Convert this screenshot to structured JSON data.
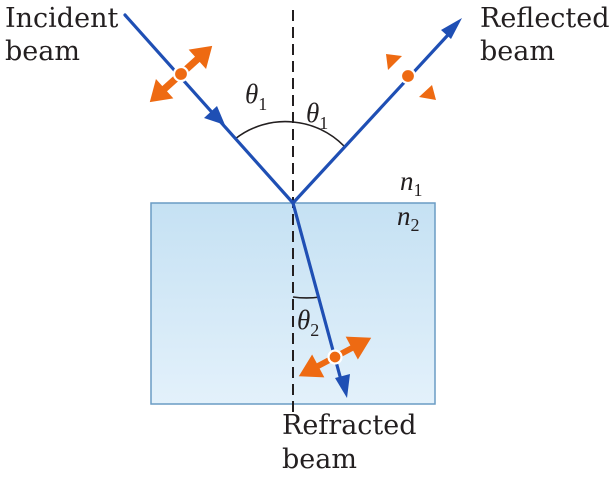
{
  "labels": {
    "incident": [
      "Incident",
      "beam"
    ],
    "reflected": [
      "Reflected",
      "beam"
    ],
    "refracted": [
      "Refracted",
      "beam"
    ]
  },
  "angles": {
    "theta1_left": {
      "symbol": "θ",
      "sub": "1"
    },
    "theta1_right": {
      "symbol": "θ",
      "sub": "1"
    },
    "theta2": {
      "symbol": "θ",
      "sub": "2"
    }
  },
  "media": {
    "n1": {
      "symbol": "n",
      "sub": "1"
    },
    "n2": {
      "symbol": "n",
      "sub": "2"
    }
  },
  "colors": {
    "beam": "#1f4fb4",
    "polarization": "#ee6a12",
    "slab_top": "#c5e1f3",
    "slab_bottom": "#e3f1fb",
    "slab_border": "#6a9cc4",
    "normal_line": "#231f20",
    "text": "#231f20"
  },
  "icons": {
    "polarization_marker": "double-headed-arrow-with-dot",
    "beam_direction": "arrowhead"
  }
}
